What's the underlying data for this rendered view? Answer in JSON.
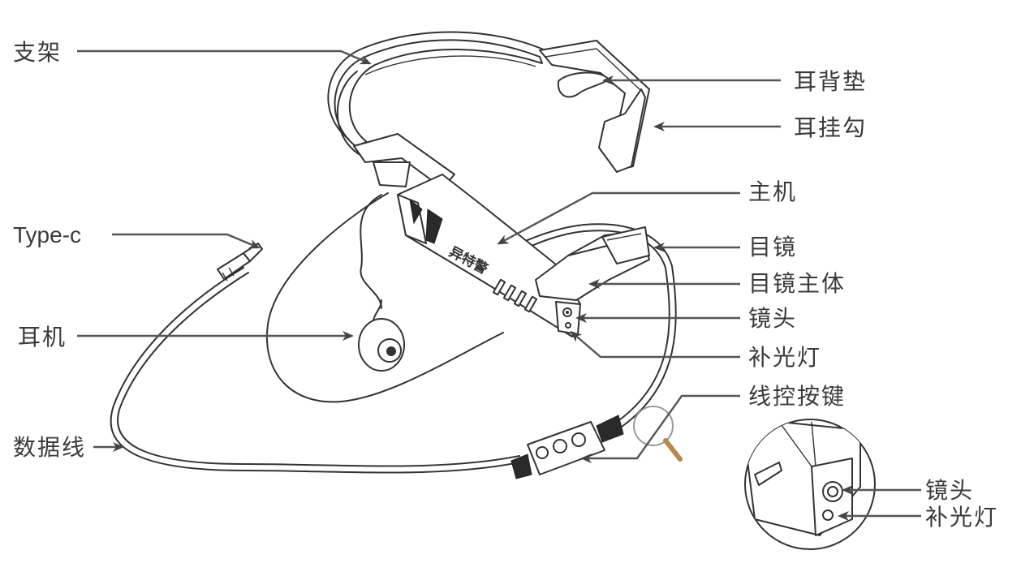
{
  "labels": {
    "bracket": "支架",
    "ear_back_pad": "耳背垫",
    "ear_hook": "耳挂勾",
    "host": "主机",
    "eyepiece": "目镜",
    "eyepiece_body": "目镜主体",
    "lens": "镜头",
    "fill_light": "补光灯",
    "inline_buttons": "线控按键",
    "type_c": "Type-c",
    "earphone": "耳机",
    "data_cable": "数据线"
  },
  "inset": {
    "lens": "镜头",
    "fill_light": "补光灯"
  },
  "product": {
    "brand_text": "异特警"
  }
}
